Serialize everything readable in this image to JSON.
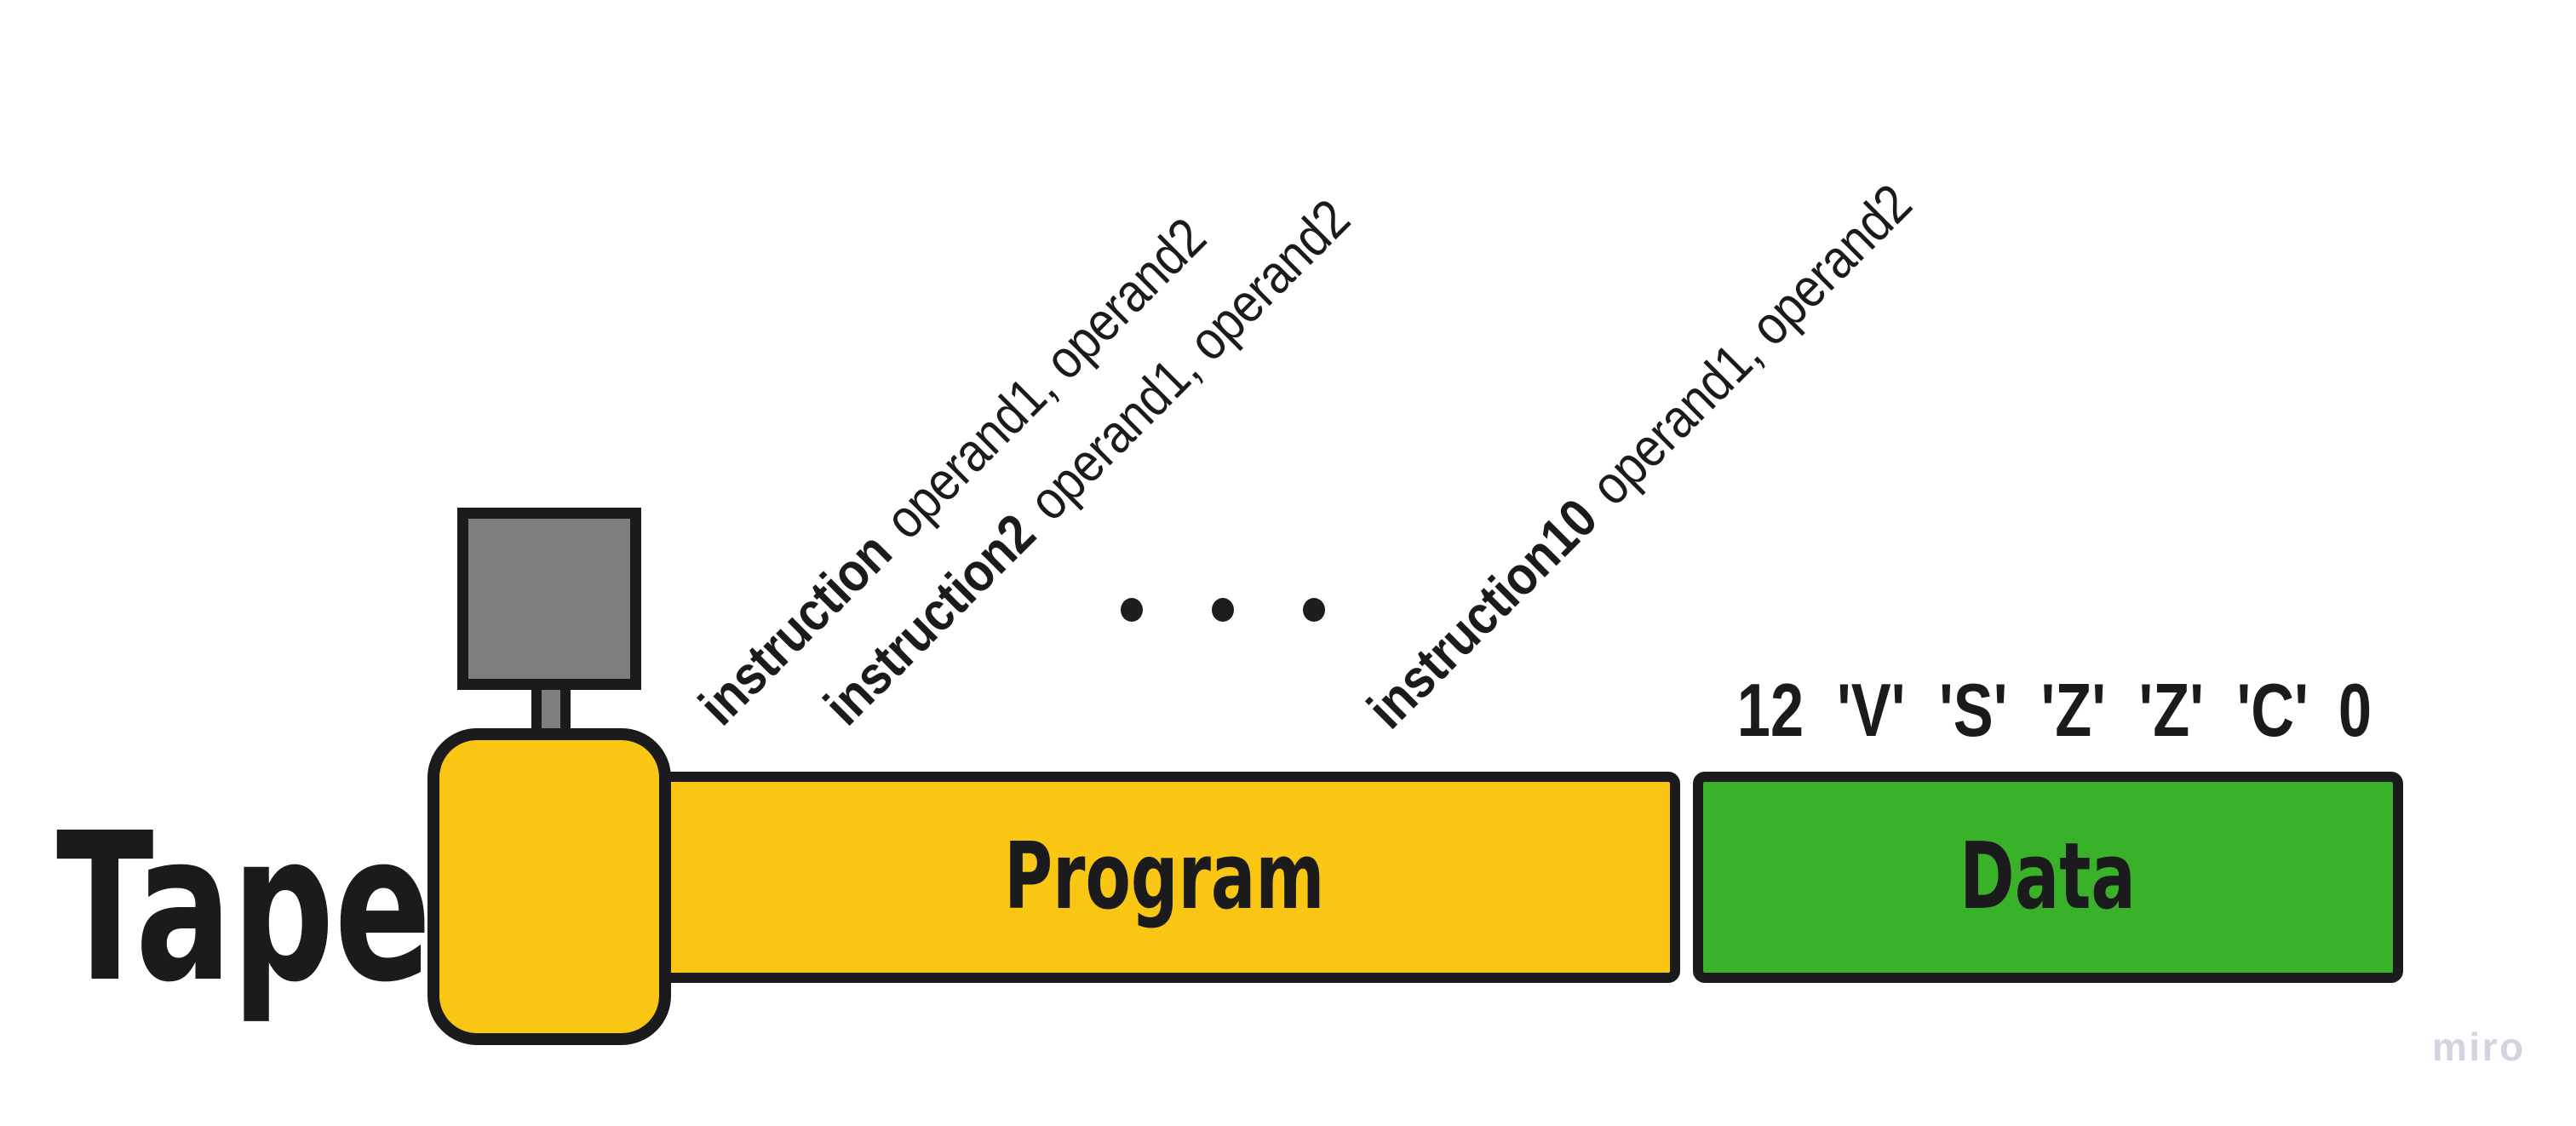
{
  "app": {
    "watermark": "miro"
  },
  "diagram": {
    "tape_label": "Tape",
    "program": {
      "label": "Program"
    },
    "data": {
      "label": "Data",
      "cells": [
        "12",
        "'V'",
        "'S'",
        "'Z'",
        "'Z'",
        "'C'",
        "0"
      ]
    },
    "instructions": [
      {
        "name": "instruction",
        "operands": "operand1, operand2"
      },
      {
        "name": "instruction2",
        "operands": "operand1, operand2"
      },
      {
        "name": "instruction10",
        "operands": "operand1, operand2"
      }
    ],
    "ellipsis": "dot dot dot",
    "colors": {
      "tape_yellow": "#f9c613",
      "data_green": "#39b128",
      "head_gray": "#7e7e7e",
      "outline_black": "#1b1b1d",
      "watermark_gray": "#d4d3df",
      "background": "#ffffff"
    }
  }
}
